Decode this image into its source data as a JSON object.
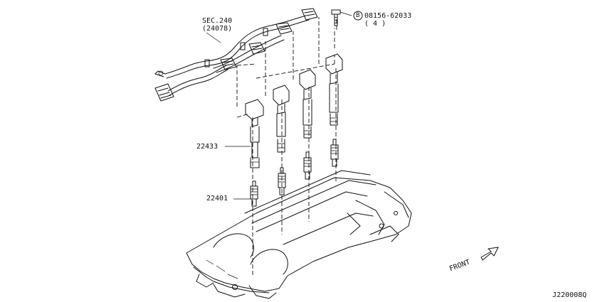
{
  "labels": {
    "sec_ref": "SEC.240",
    "sec_sub": "(24078)",
    "bolt_marker": "B",
    "bolt_part": "08156-62033",
    "bolt_qty": "( 4 )",
    "coil_part": "22433",
    "plug_part": "22401",
    "front": "FRONT",
    "diagram_id": "J220008Q"
  }
}
